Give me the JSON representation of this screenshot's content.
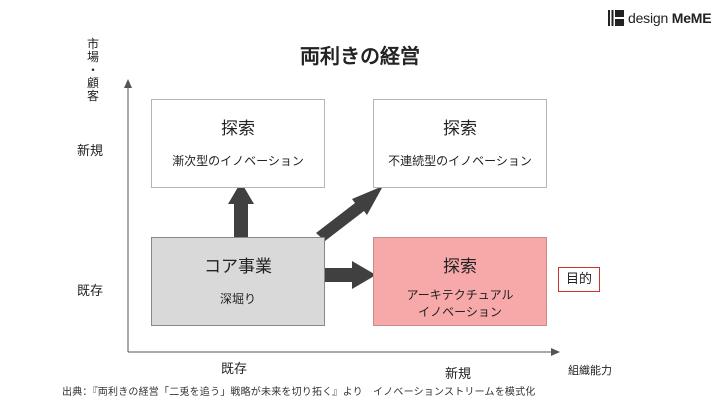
{
  "brand": {
    "name_light": "design ",
    "name_bold": "MeME"
  },
  "title": "両利きの経営",
  "y_axis": {
    "title_chars": [
      "市",
      "場",
      "・",
      "顧",
      "客"
    ],
    "tick_new": "新規",
    "tick_existing": "既存"
  },
  "x_axis": {
    "title": "組織能力",
    "tick_existing": "既存",
    "tick_new": "新規"
  },
  "boxes": {
    "core": {
      "head": "コア事業",
      "sub": "深堀り"
    },
    "incremental": {
      "head": "探索",
      "sub": "漸次型のイノベーション"
    },
    "discontinuous": {
      "head": "探索",
      "sub": "不連続型のイノベーション"
    },
    "architectural": {
      "head": "探索",
      "sub_line1": "アーキテクチュアル",
      "sub_line2": "イノベーション"
    }
  },
  "goal_label": "目的",
  "source": "出典：『両利きの経営「二兎を追う」戦略が未来を切り拓く』より　イノベーションストリームを模式化",
  "colors": {
    "core_fill": "#d9d9d9",
    "architectural_fill": "#f7a8a8",
    "goal_border": "#d0312d",
    "arrow": "#404040"
  }
}
